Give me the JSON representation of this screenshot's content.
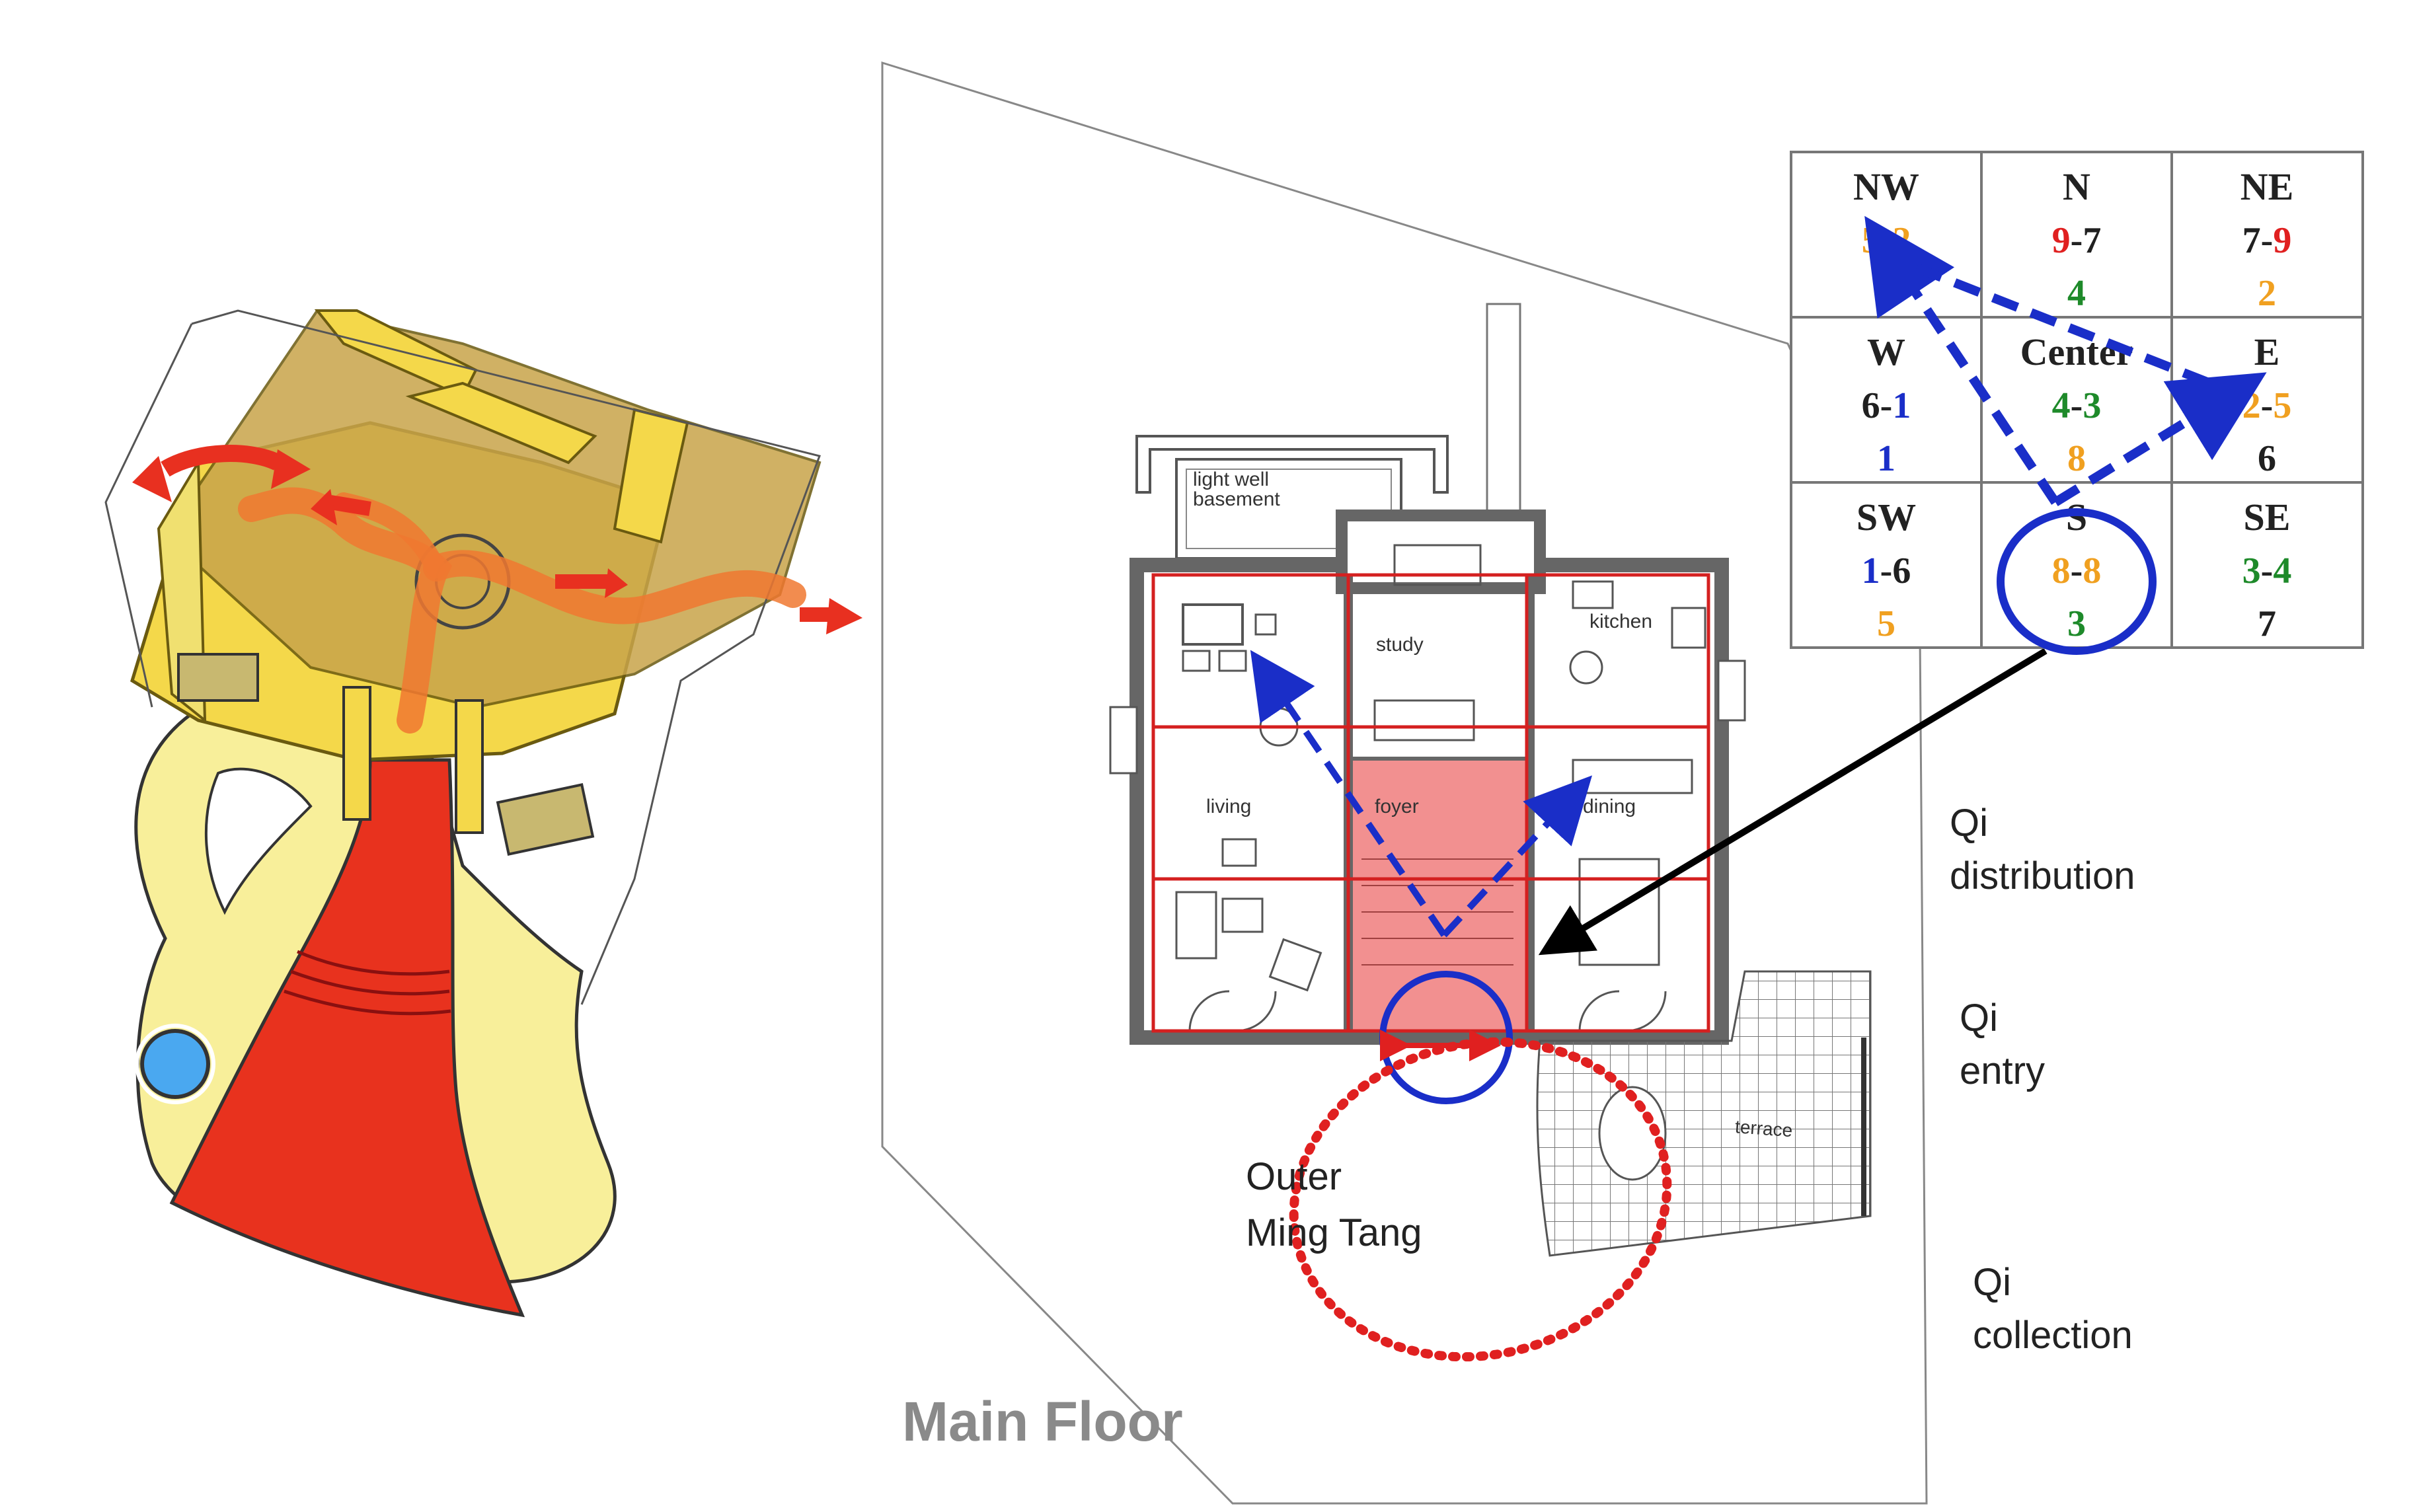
{
  "rooms": {
    "light_well": "light well",
    "basement": "basement",
    "study": "study",
    "kitchen": "kitchen",
    "living": "living",
    "foyer": "foyer",
    "dining": "dining",
    "terrace": "terrace"
  },
  "floor_title": "Main Floor",
  "outer_ming_tang": {
    "line1": "Outer",
    "line2": "Ming Tang"
  },
  "side_labels": {
    "distribution": {
      "line1": "Qi",
      "line2": "distribution"
    },
    "entry": {
      "line1": "Qi",
      "line2": "entry"
    },
    "collection": {
      "line1": "Qi",
      "line2": "collection"
    }
  },
  "flying_stars": {
    "cells": [
      {
        "direction": "NW",
        "left": "5",
        "right": "2",
        "bottom": "9",
        "left_color": "#f0a020",
        "right_color": "#f0a020",
        "bottom_color": "#e02020"
      },
      {
        "direction": "N",
        "left": "9",
        "right": "7",
        "bottom": "4",
        "left_color": "#e02020",
        "right_color": "#202020",
        "bottom_color": "#1e8a2a"
      },
      {
        "direction": "NE",
        "left": "7",
        "right": "9",
        "bottom": "2",
        "left_color": "#202020",
        "right_color": "#e02020",
        "bottom_color": "#f0a020"
      },
      {
        "direction": "W",
        "left": "6",
        "right": "1",
        "bottom": "1",
        "left_color": "#202020",
        "right_color": "#1a2ec8",
        "bottom_color": "#1a2ec8"
      },
      {
        "direction": "Center",
        "left": "4",
        "right": "3",
        "bottom": "8",
        "left_color": "#1e8a2a",
        "right_color": "#1e8a2a",
        "bottom_color": "#f0a020"
      },
      {
        "direction": "E",
        "left": "2",
        "right": "5",
        "bottom": "6",
        "left_color": "#f0a020",
        "right_color": "#f0a020",
        "bottom_color": "#202020"
      },
      {
        "direction": "SW",
        "left": "1",
        "right": "6",
        "bottom": "5",
        "left_color": "#1a2ec8",
        "right_color": "#202020",
        "bottom_color": "#f0a020"
      },
      {
        "direction": "S",
        "left": "8",
        "right": "8",
        "bottom": "3",
        "left_color": "#f0a020",
        "right_color": "#f0a020",
        "bottom_color": "#1e8a2a"
      },
      {
        "direction": "SE",
        "left": "3",
        "right": "4",
        "bottom": "7",
        "left_color": "#1e8a2a",
        "right_color": "#1e8a2a",
        "bottom_color": "#202020"
      }
    ]
  },
  "colors": {
    "grid_red": "#d42020",
    "flow_blue": "#1a2ec8",
    "foyer_fill": "#f07c7c",
    "wall_gray": "#6a6a6a",
    "building_yellow": "#f4d84a"
  }
}
